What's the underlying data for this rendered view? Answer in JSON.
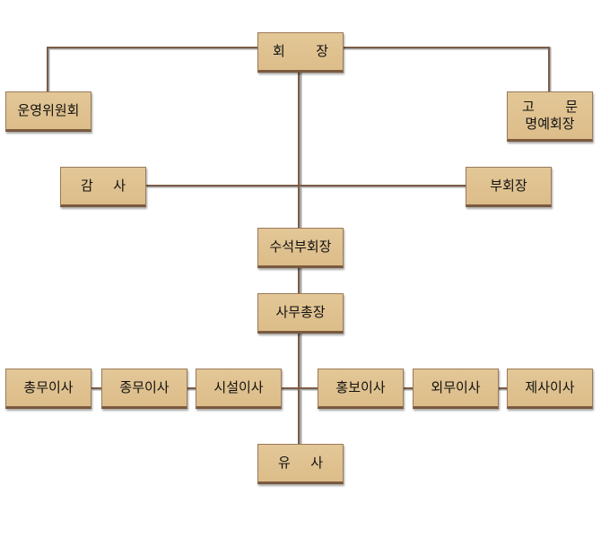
{
  "colors": {
    "box": "#dfc08f",
    "line": "#7b5b47"
  },
  "chairman": {
    "a": "회",
    "b": "장"
  },
  "steering": "운영위원회",
  "advisor": {
    "a": "고",
    "b": "문",
    "line2": "명예회장"
  },
  "auditor": {
    "a": "감",
    "b": "사"
  },
  "vice_chairman": "부회장",
  "senior_vice": "수석부회장",
  "secretary_general": "사무총장",
  "directors": [
    "총무이사",
    "종무이사",
    "시설이사",
    "홍보이사",
    "외무이사",
    "제사이사"
  ],
  "yusa": {
    "a": "유",
    "b": "사"
  }
}
